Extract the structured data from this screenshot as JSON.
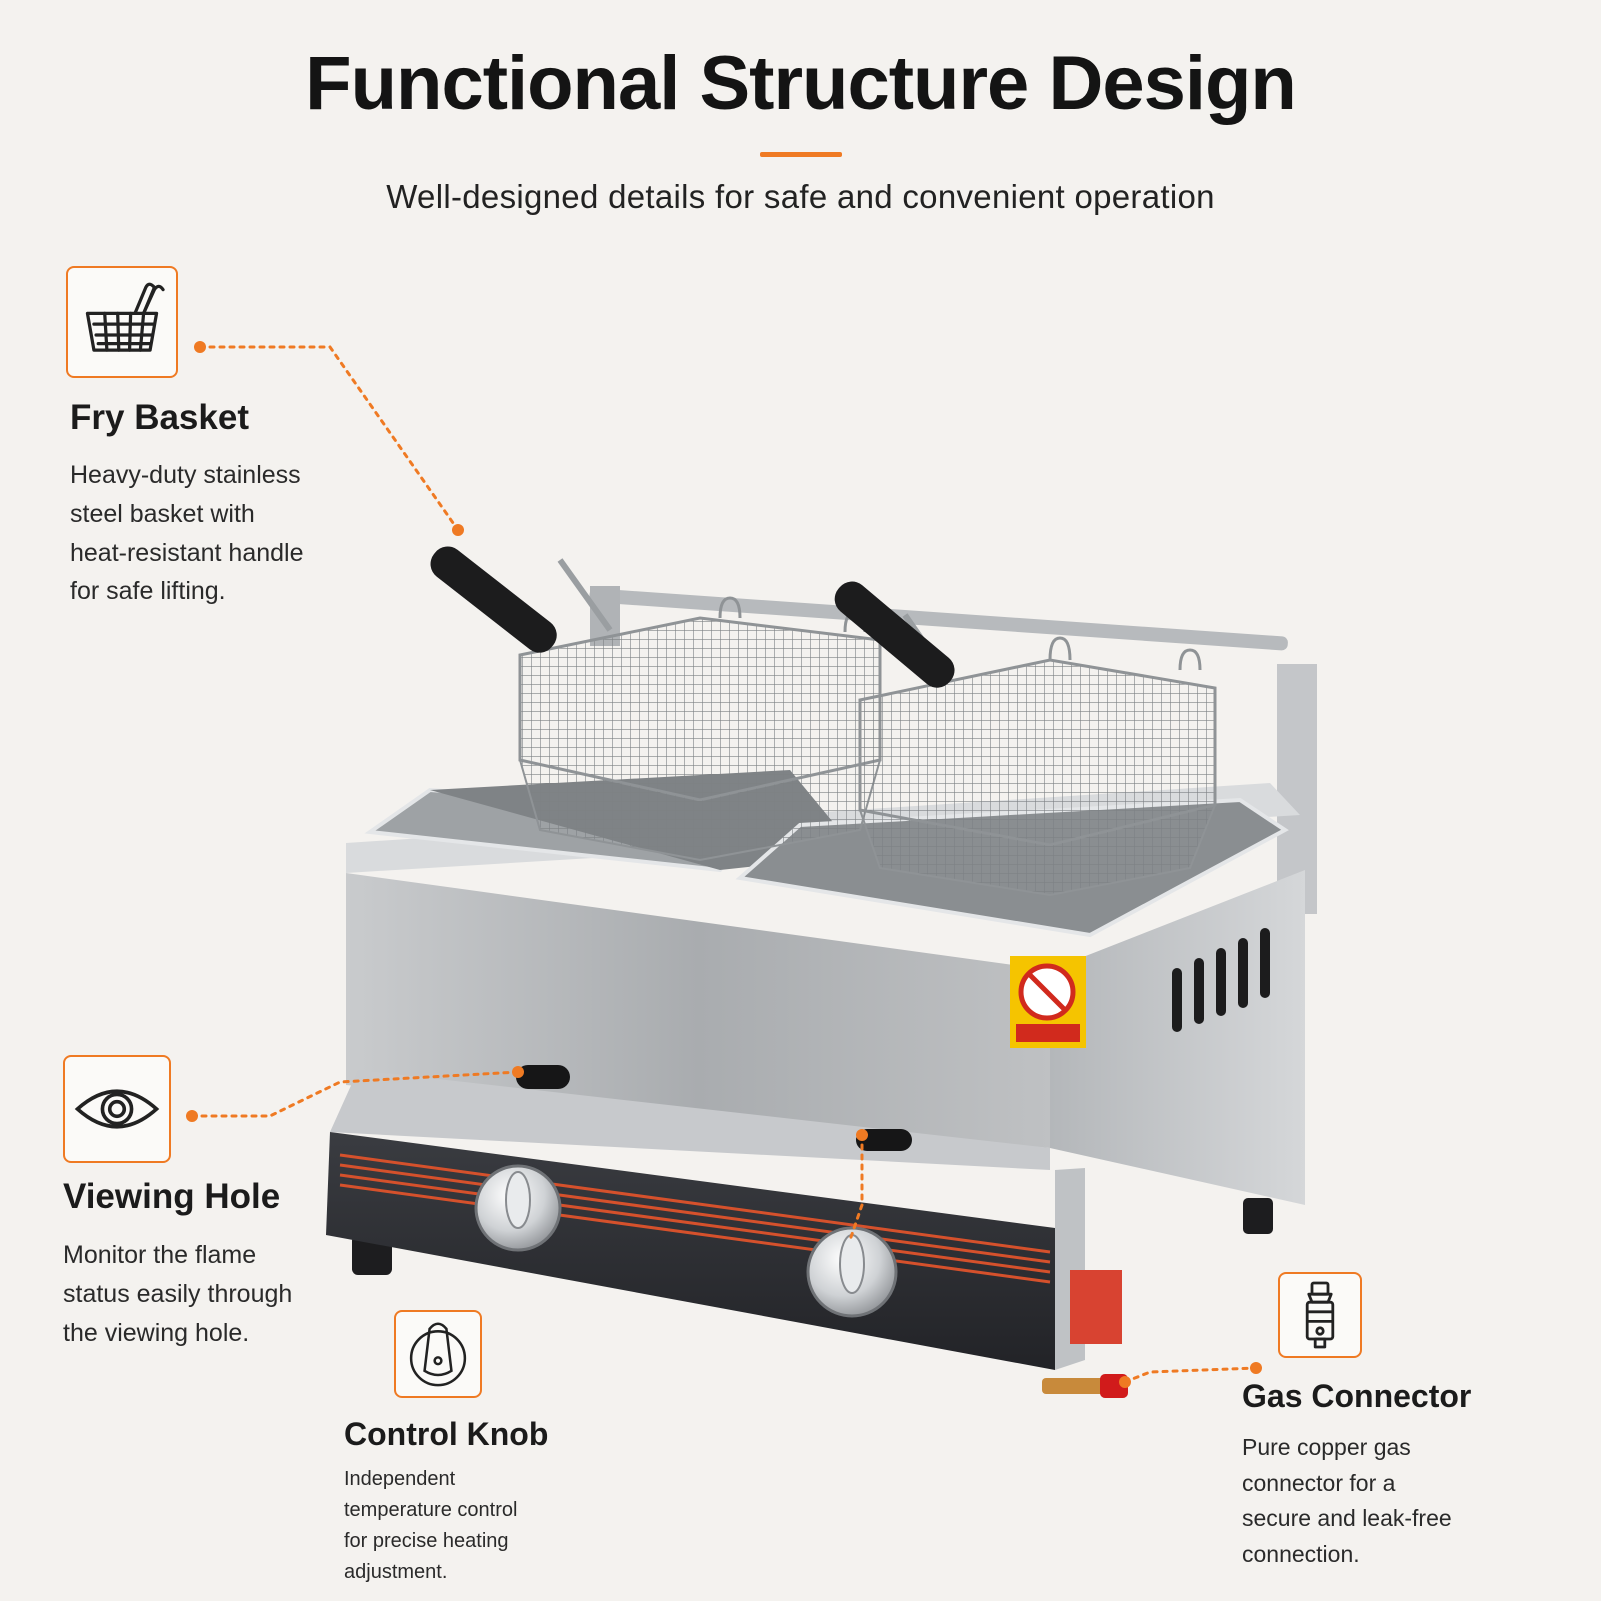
{
  "header": {
    "title": "Functional Structure Design",
    "subtitle": "Well-designed details for safe and convenient operation"
  },
  "features": {
    "fry_basket": {
      "title": "Fry Basket",
      "desc": "Heavy-duty stainless\nsteel basket with\nheat-resistant handle\nfor safe lifting.",
      "icon": "basket-icon"
    },
    "viewing_hole": {
      "title": "Viewing Hole",
      "desc": "Monitor the flame\nstatus easily through\nthe viewing hole.",
      "icon": "eye-icon"
    },
    "control_knob": {
      "title": "Control Knob",
      "desc": "Independent\ntemperature control\nfor precise heating\nadjustment.",
      "icon": "knob-icon"
    },
    "gas_connector": {
      "title": "Gas Connector",
      "desc": "Pure copper gas\nconnector for a\nsecure and leak-free\nconnection.",
      "icon": "connector-icon"
    }
  },
  "colors": {
    "accent": "#ef7a23",
    "background": "#f4f2ef",
    "steel": "#b9bcbf",
    "panel": "#2b2d31",
    "stripe": "#d5512c",
    "warning": "#f5c400"
  }
}
